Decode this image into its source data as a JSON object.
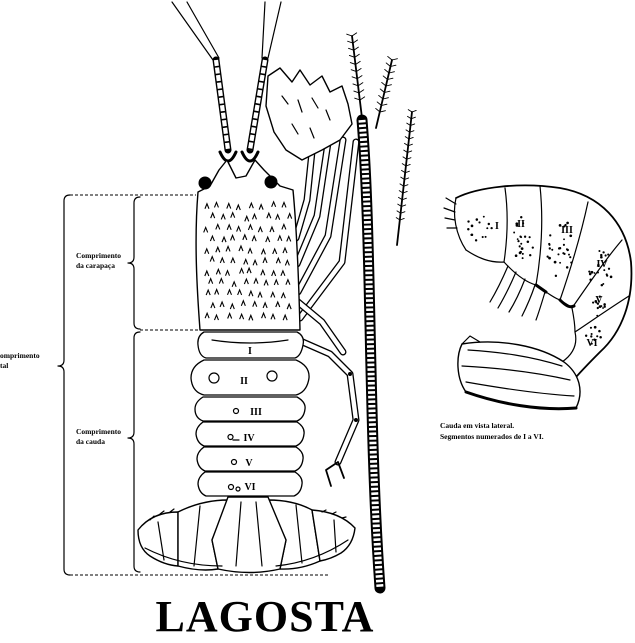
{
  "title": "LAGOSTA",
  "dorsal_view": {
    "total_length_label": {
      "line1": "omprimento",
      "line2": "tal"
    },
    "carapace_length_label": {
      "line1": "Comprimento",
      "line2": "da carapaça"
    },
    "tail_length_label": {
      "line1": "Comprimento",
      "line2": "da cauda"
    },
    "tail_segments": [
      "I",
      "II",
      "III",
      "IV",
      "V",
      "VI"
    ]
  },
  "lateral_view": {
    "tail_segments": [
      "I",
      "II",
      "III",
      "IV",
      "V",
      "VI"
    ],
    "caption": {
      "line1": "Cauda em vista lateral.",
      "line2": "Segmentos numerados de I a VI."
    }
  }
}
